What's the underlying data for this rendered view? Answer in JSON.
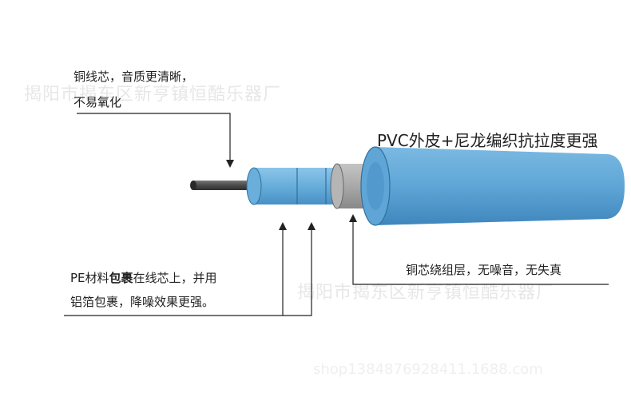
{
  "watermarks": {
    "top": "揭阳市揭东区新亨镇恒酷乐器厂",
    "mid": "揭阳市揭东区新亨镇恒酷乐器厂",
    "site": "shop1384876928411.1688.com"
  },
  "annotations": {
    "copper_core_line1": "铜线芯，音质更清晰，",
    "copper_core_line2": "不易氧化",
    "pvc_jacket": "PVC外皮+尼龙编织抗拉度更强",
    "pe_line1_a": "PE材料",
    "pe_line1_b": "包裹",
    "pe_line1_c": "在线芯上，并用",
    "pe_line2": "铝箔包裹，降噪效果更强。",
    "shield": "铜芯绕组层，无噪音，无失真"
  },
  "colors": {
    "cable_blue": "#5fa6d6",
    "cable_dark": "#3a7fb3",
    "foil_gray": "#a9a9a9",
    "conductor": "#4a4a4a",
    "line": "#222222"
  }
}
